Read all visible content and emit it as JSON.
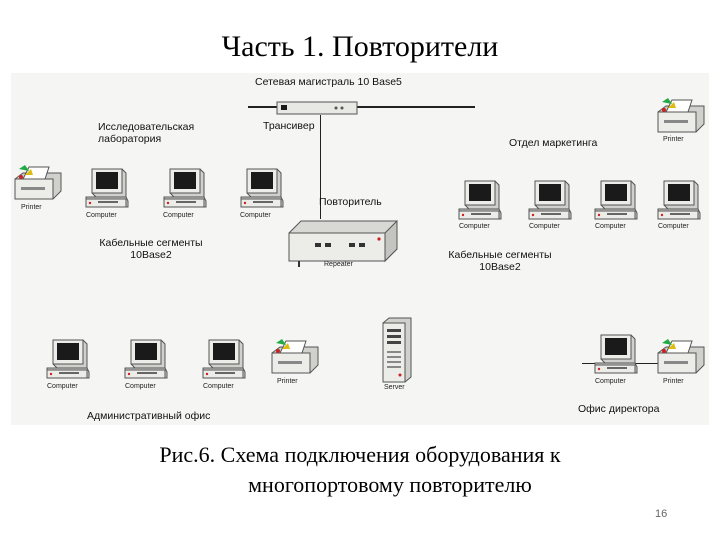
{
  "slide": {
    "title": "Часть 1. Повторители",
    "caption_line1": "Рис.6. Схема подключения оборудования к",
    "caption_line2": "многопортовому повторителю",
    "page_number": "16"
  },
  "diagram": {
    "backbone_label": "Сетевая магистраль 10 Base5",
    "transceiver_label": "Трансивер",
    "repeater_label": "Повторитель",
    "repeater_device_label": "Repeater",
    "research_lab_label": "Исследовательская\nлаборатория",
    "marketing_label": "Отдел маркетинга",
    "cable_segments_left": "Кабельные сегменты\n10Base2",
    "cable_segments_right": "Кабельные сегменты\n10Base2",
    "admin_office_label": "Административный офис",
    "director_office_label": "Офис директора",
    "computer_label": "Computer",
    "printer_label": "Printer",
    "server_label": "Server"
  },
  "colors": {
    "diagram_bg": "#f5f5f3",
    "device_body": "#e8e8e4",
    "device_screen": "#1a1a1a",
    "accent_red": "#cc2222",
    "accent_green": "#22aa44",
    "accent_yellow": "#ddbb11"
  }
}
